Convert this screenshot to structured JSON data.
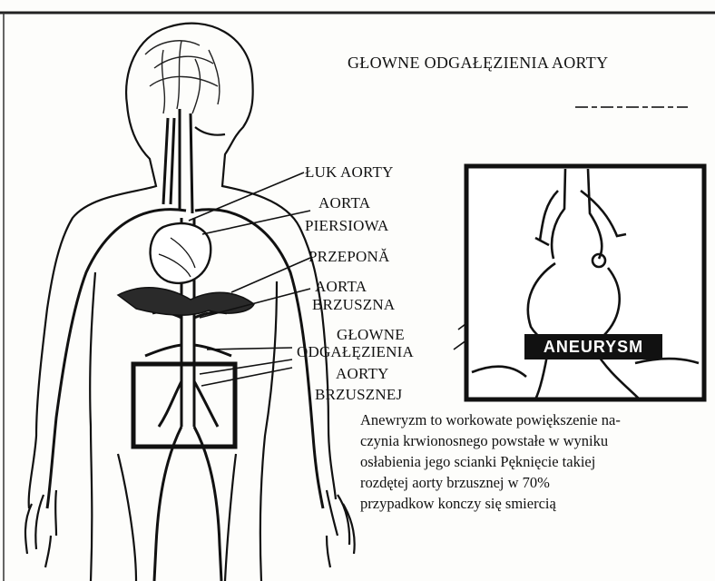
{
  "title": "GŁOWNE ODGAŁĘZIENIA AORTY",
  "labels": {
    "luk_aorty": "ŁUK AORTY",
    "aorta_piersiowa_1": "AORTA",
    "aorta_piersiowa_2": "PIERSIOWA",
    "przepona": "PRZEPONĂ",
    "aorta_brzuszna_1": "AORTA",
    "aorta_brzuszna_2": "BRZUSZNA",
    "odgalezienia_1": "GŁOWNE",
    "odgalezienia_2": "ODGAŁĘZIENIA",
    "odgalezienia_3": "AORTY",
    "odgalezienia_4": "BRZUSZNEJ"
  },
  "inset": {
    "label": "ANEURYSM"
  },
  "caption": {
    "lines": [
      "Anewryzm to workowate powiększenie na-",
      "czynia krwionosnego powstałe w wyniku",
      "osłabienia jego scianki Pęknięcie takiej",
      "rozdętej aorty brzusznej w 70%",
      "przypadkow konczy się smiercią"
    ]
  }
}
